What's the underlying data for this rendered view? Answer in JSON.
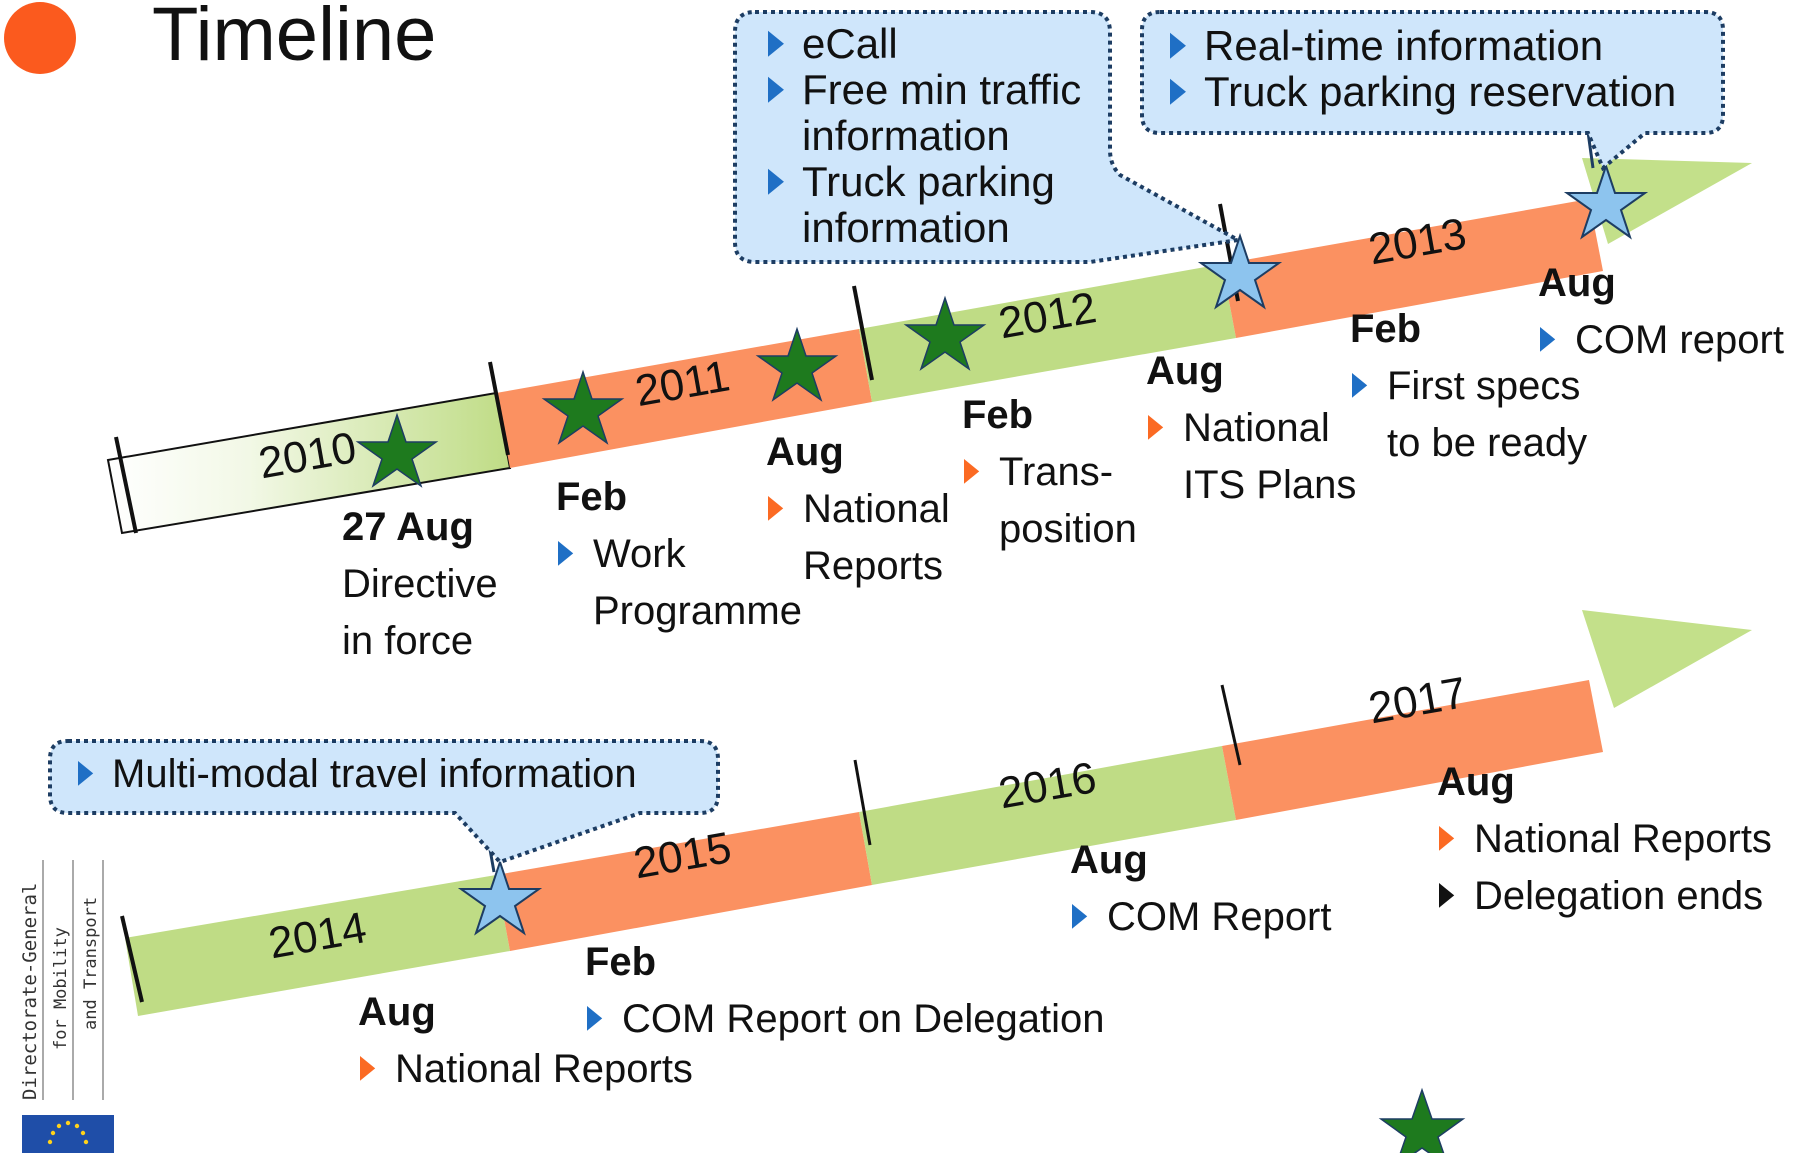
{
  "title": "Timeline",
  "colors": {
    "bullet_dot": "#fb5a1e",
    "green_segment": "#bfdc85",
    "orange_segment": "#fb9161",
    "arrow_head": "#c3e08a",
    "callout_fill": "#cfe6fb",
    "callout_border": "#1d3d63",
    "star_green": "#1e7a1e",
    "star_blue": "#8dc4ee",
    "marker_blue": "#1f6fc5",
    "marker_orange": "#fb6a23",
    "marker_black": "#111111",
    "eu_flag_blue": "#1f4ea8",
    "eu_flag_star": "#ffd21a"
  },
  "timeline_top": {
    "years": [
      "2010",
      "2011",
      "2012",
      "2013"
    ],
    "callouts": [
      {
        "items": [
          {
            "marker": "blue",
            "lines": [
              "eCall"
            ]
          },
          {
            "marker": "blue",
            "lines": [
              "Free min traffic",
              "information"
            ]
          },
          {
            "marker": "blue",
            "lines": [
              "Truck parking",
              "information"
            ]
          }
        ]
      },
      {
        "items": [
          {
            "marker": "blue",
            "lines": [
              "Real-time information"
            ]
          },
          {
            "marker": "blue",
            "lines": [
              "Truck parking reservation"
            ]
          }
        ]
      }
    ],
    "milestones": [
      {
        "date": "27 Aug",
        "items": [
          {
            "marker": "none",
            "lines": [
              "Directive",
              "in force"
            ]
          }
        ]
      },
      {
        "date": "Feb",
        "items": [
          {
            "marker": "blue",
            "lines": [
              "Work",
              "Programme"
            ]
          }
        ]
      },
      {
        "date": "Aug",
        "items": [
          {
            "marker": "orange",
            "lines": [
              "National",
              "Reports"
            ]
          }
        ]
      },
      {
        "date": "Feb",
        "items": [
          {
            "marker": "orange",
            "lines": [
              "Trans-",
              "position"
            ]
          }
        ]
      },
      {
        "date": "Aug",
        "items": [
          {
            "marker": "orange",
            "lines": [
              "National",
              "ITS Plans"
            ]
          }
        ]
      },
      {
        "date": "Feb",
        "items": [
          {
            "marker": "blue",
            "lines": [
              "First specs",
              "to be ready"
            ]
          }
        ]
      },
      {
        "date": "Aug",
        "items": [
          {
            "marker": "blue",
            "lines": [
              "COM report"
            ]
          }
        ]
      }
    ]
  },
  "timeline_bottom": {
    "years": [
      "2014",
      "2015",
      "2016",
      "2017"
    ],
    "callouts": [
      {
        "items": [
          {
            "marker": "blue",
            "lines": [
              "Multi-modal travel information"
            ]
          }
        ]
      }
    ],
    "milestones": [
      {
        "date": "Aug",
        "items": [
          {
            "marker": "orange",
            "lines": [
              "National Reports"
            ]
          }
        ]
      },
      {
        "date": "Feb",
        "items": [
          {
            "marker": "blue",
            "lines": [
              "COM Report on Delegation"
            ]
          }
        ]
      },
      {
        "date": "Aug",
        "items": [
          {
            "marker": "blue",
            "lines": [
              "COM Report"
            ]
          }
        ]
      },
      {
        "date": "Aug",
        "items": [
          {
            "marker": "orange",
            "lines": [
              "National Reports"
            ]
          },
          {
            "marker": "black",
            "lines": [
              "Delegation ends"
            ]
          }
        ]
      }
    ]
  },
  "logo": {
    "lines": [
      "Directorate-General",
      "for Mobility",
      "and Transport"
    ]
  }
}
